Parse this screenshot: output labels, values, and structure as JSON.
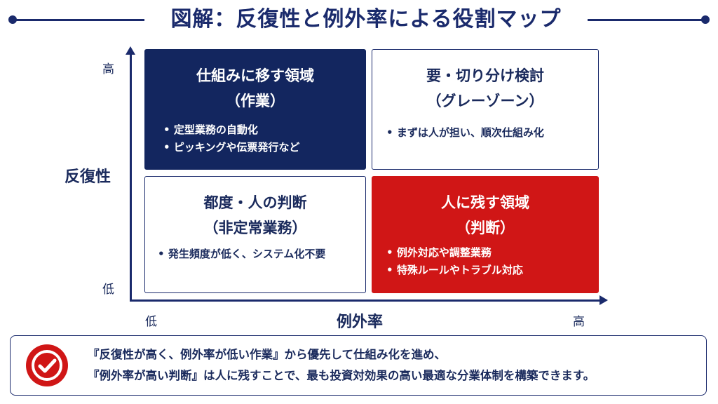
{
  "title": "図解：反復性と例外率による役割マップ",
  "axes": {
    "y_title": "反復性",
    "y_high": "高",
    "y_low": "低",
    "x_title": "例外率",
    "x_low": "低",
    "x_high": "高"
  },
  "quadrants": {
    "top_left": {
      "title": "仕組みに移す領域",
      "subtitle": "（作業）",
      "bullets": [
        "定型業務の自動化",
        "ピッキングや伝票発行など"
      ]
    },
    "top_right": {
      "title": "要・切り分け検討",
      "subtitle": "（グレーゾーン）",
      "bullets": [
        "まずは人が担い、順次仕組み化"
      ]
    },
    "bottom_left": {
      "title": "都度・人の判断",
      "subtitle": "（非定常業務）",
      "bullets": [
        "発生頻度が低く、システム化不要"
      ]
    },
    "bottom_right": {
      "title": "人に残す領域",
      "subtitle": "（判断）",
      "bullets": [
        "例外対応や調整業務",
        "特殊ルールやトラブル対応"
      ]
    }
  },
  "summary": {
    "icon": "check-icon",
    "line1": "『反復性が高く、例外率が低い作業』から優先して仕組み化を進め、",
    "line2": "『例外率が高い判断』は人に残すことで、最も投資対効果の高い最適な分業体制を構築できます。"
  },
  "colors": {
    "navy": "#13265f",
    "red": "#d01616",
    "text": "#1a2a5c"
  }
}
